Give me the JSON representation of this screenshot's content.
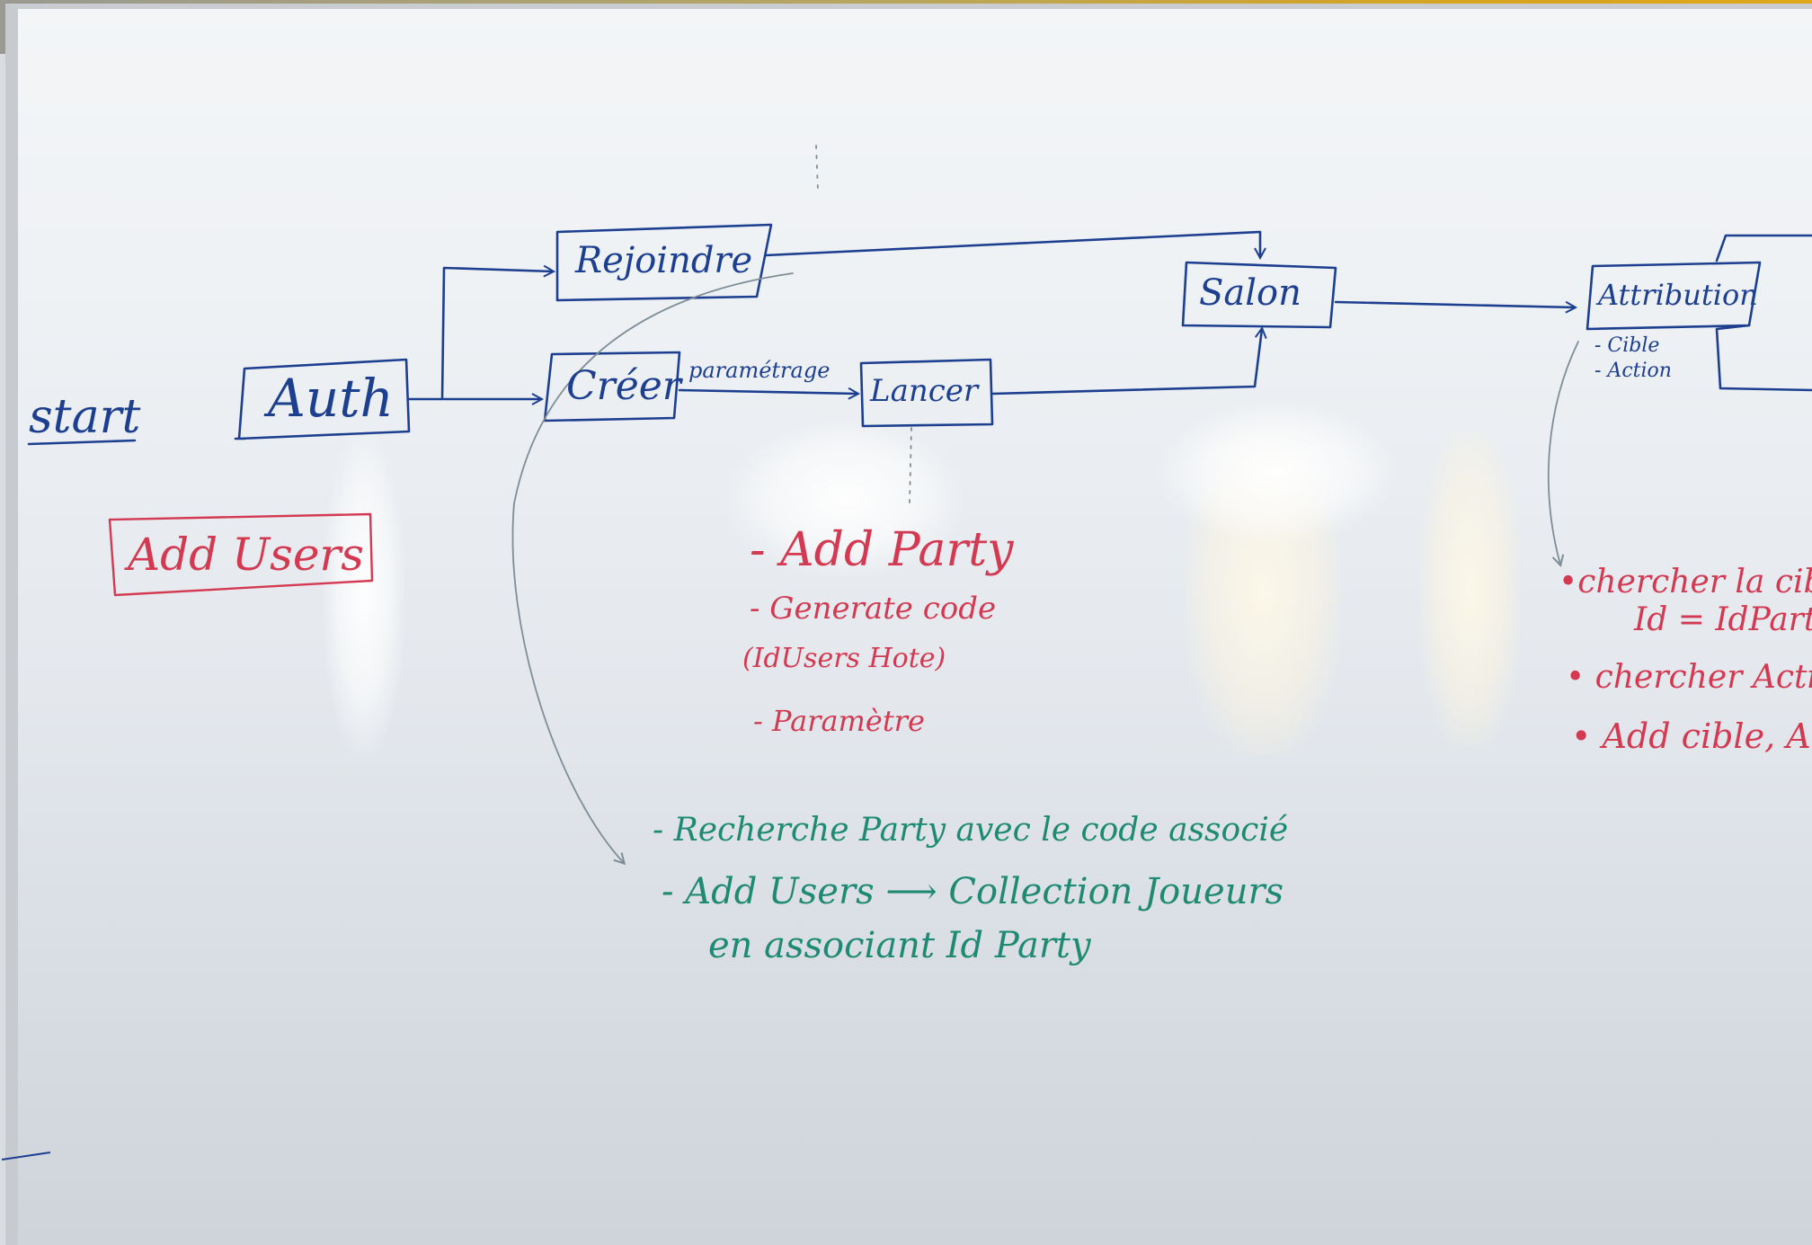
{
  "colors": {
    "blue_ink": "#1d3f8f",
    "red_ink": "#d33a52",
    "green_ink": "#1f8a73"
  },
  "flow": {
    "start": "start",
    "auth": "Auth",
    "rejoindre": "Rejoindre",
    "creer": "Créer",
    "parametrage": "paramétrage",
    "lancer": "Lancer",
    "salon": "Salon",
    "attribution": "Attribution",
    "attribution_notes": [
      "- Cible",
      "- Action"
    ]
  },
  "auth_note": "Add Users",
  "lancer_notes": [
    "- Add Party",
    "- Generate code",
    "(IdUsers Hote)",
    "- Paramètre"
  ],
  "rejoindre_notes": [
    "- Recherche Party avec le code associé",
    "- Add Users ⟶ Collection Joueurs",
    "en associant Id Party"
  ],
  "attribution_steps": [
    "•chercher la cible",
    "Id = IdPart",
    "• chercher Action",
    "• Add cible, Acti"
  ]
}
